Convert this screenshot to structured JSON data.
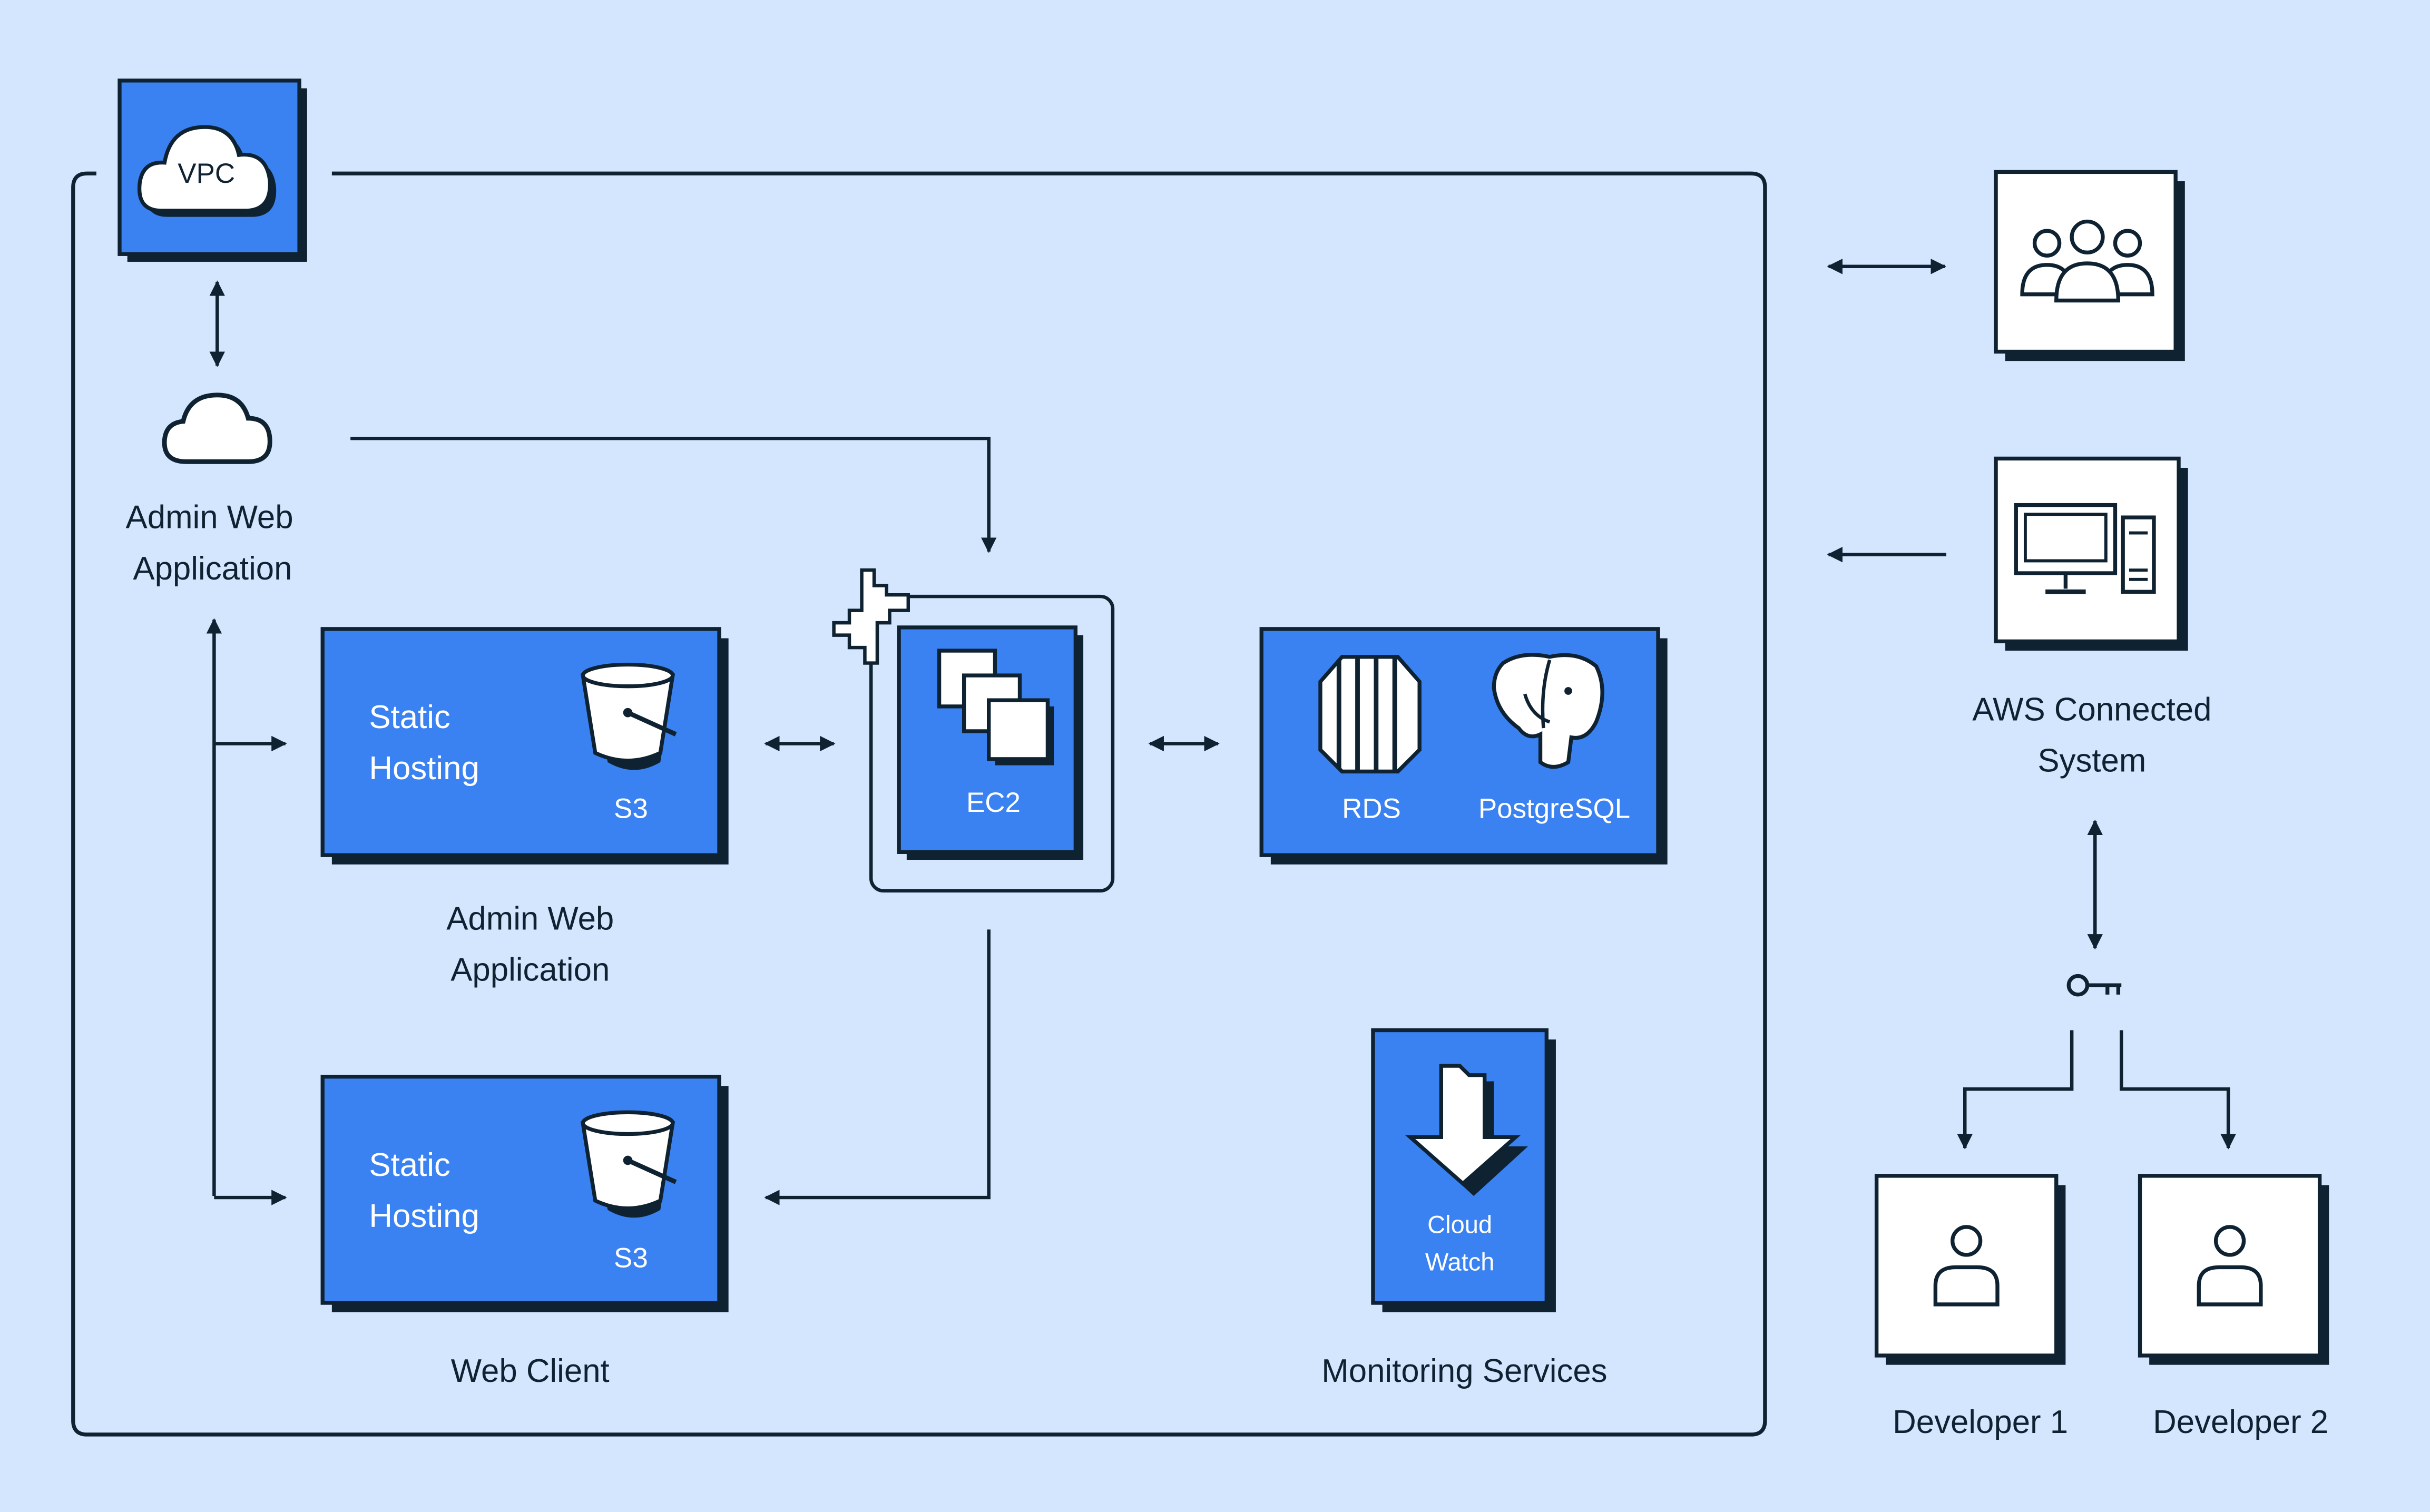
{
  "colors": {
    "background": "#d4e6fe",
    "ink": "#0f2231",
    "blue": "#3a82f2",
    "white": "#ffffff"
  },
  "vpc": {
    "label": "VPC",
    "icon": "cloud-icon"
  },
  "admin_app_cloud": {
    "label_line1": "Admin Web",
    "label_line2": "Application",
    "icon": "cloud-icon"
  },
  "s3_admin": {
    "title_line1": "Static",
    "title_line2": "Hosting",
    "service": "S3",
    "icon": "bucket-icon",
    "caption_line1": "Admin Web",
    "caption_line2": "Application"
  },
  "s3_web": {
    "title_line1": "Static",
    "title_line2": "Hosting",
    "service": "S3",
    "icon": "bucket-icon",
    "caption": "Web Client"
  },
  "ec2": {
    "label": "EC2",
    "icon": "instances-icon",
    "cursor_icon": "hand-pointer-icon"
  },
  "database": {
    "rds_label": "RDS",
    "postgres_label": "PostgreSQL",
    "rds_icon": "rds-icon",
    "postgres_icon": "elephant-icon"
  },
  "cloudwatch": {
    "label_line1": "Cloud",
    "label_line2": "Watch",
    "icon": "download-arrow-icon",
    "caption": "Monitoring Services"
  },
  "users": {
    "icon": "users-group-icon"
  },
  "aws_system": {
    "label_line1": "AWS Connected",
    "label_line2": "System",
    "icon": "desktop-computer-icon"
  },
  "key": {
    "icon": "key-icon"
  },
  "developers": [
    {
      "label": "Developer 1",
      "icon": "user-icon"
    },
    {
      "label": "Developer 2",
      "icon": "user-icon"
    }
  ]
}
